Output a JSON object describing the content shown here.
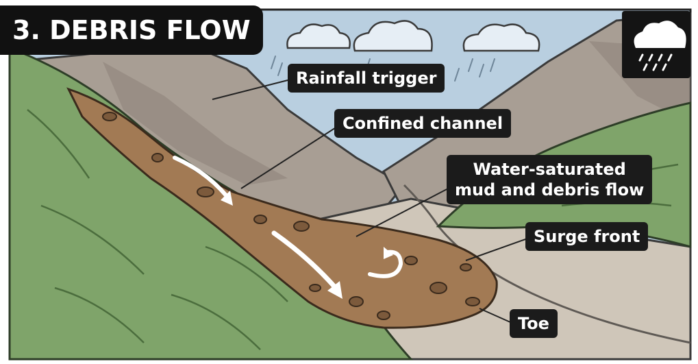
{
  "title": "3. DEBRIS FLOW",
  "labels": {
    "rainfall_trigger": "Rainfall trigger",
    "confined_channel": "Confined channel",
    "water_saturated_line1": "Water-saturated",
    "water_saturated_line2": "mud and debris flow",
    "surge_front": "Surge front",
    "toe": "Toe"
  },
  "icons": {
    "weather": "rain-cloud-icon",
    "flow": "flow-arrow-icon",
    "eddy": "circular-arrow-icon"
  },
  "colors": {
    "sky": "#b9cfe0",
    "slope_green": "#7fa46a",
    "slope_green_dark": "#5f8a4e",
    "mountain": "#a89e94",
    "mountain_dark": "#8c8178",
    "mud": "#a27a54",
    "mud_dark": "#7c5a3c",
    "valley": "#cfc6b9",
    "label_bg": "#1b1b1b"
  }
}
